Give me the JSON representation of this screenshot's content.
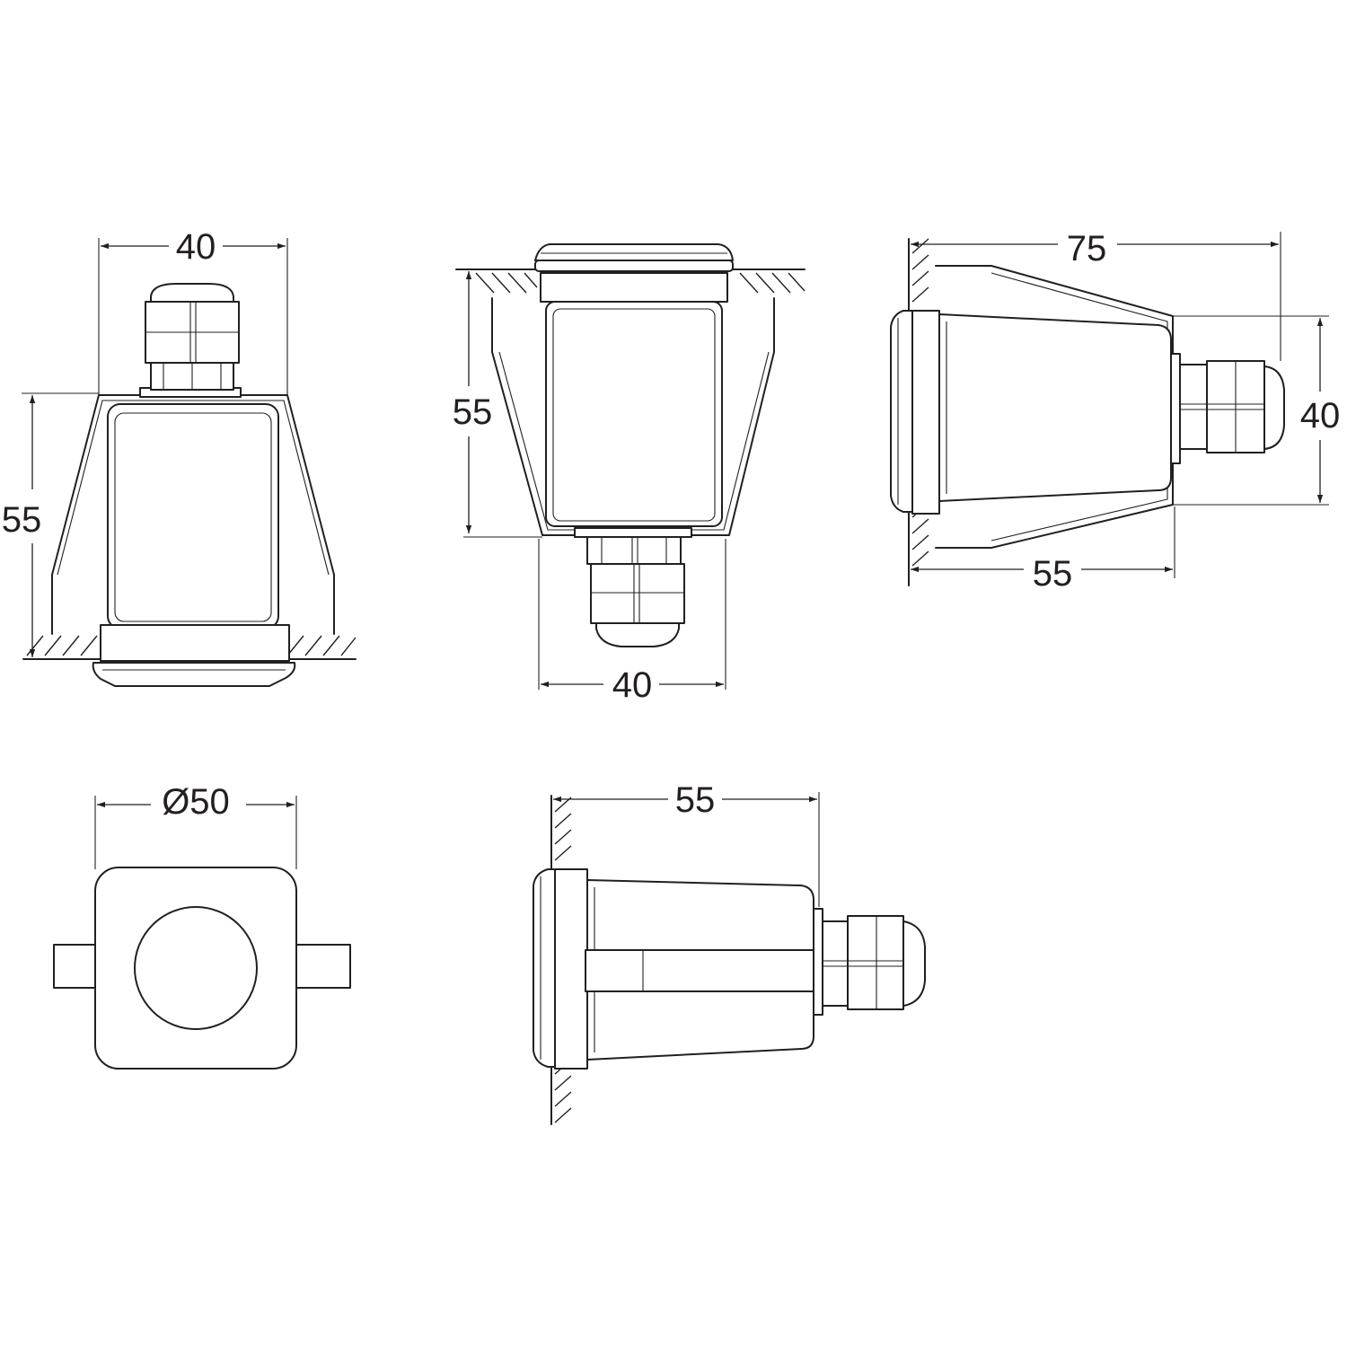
{
  "dimensions": {
    "front_width": "40",
    "front_height": "55",
    "rear_height": "55",
    "rear_width": "40",
    "side_overall": "75",
    "side_height": "40",
    "side_body": "55",
    "top_diameter": "Ø50",
    "bottom_side_length": "55"
  }
}
